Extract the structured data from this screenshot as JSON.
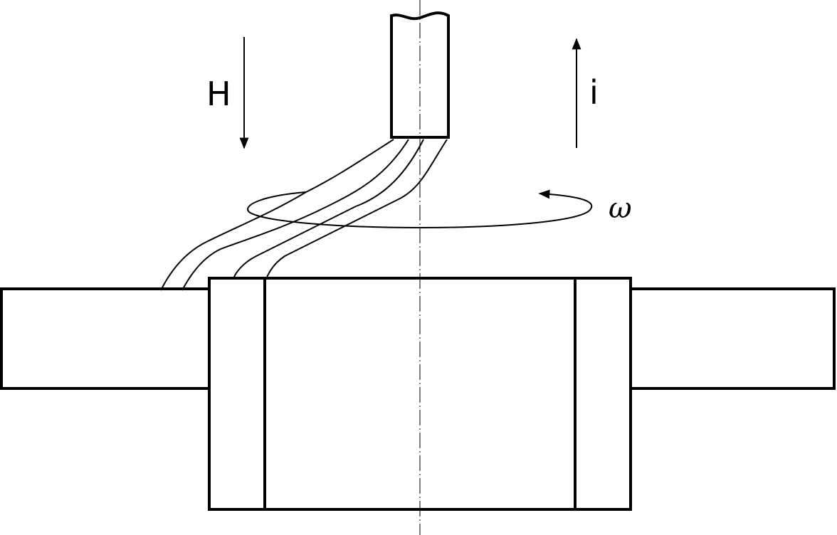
{
  "labels": {
    "field": "H",
    "current": "i",
    "rotation": "ω"
  },
  "colors": {
    "line": "#000000",
    "background": "#ffffff"
  }
}
